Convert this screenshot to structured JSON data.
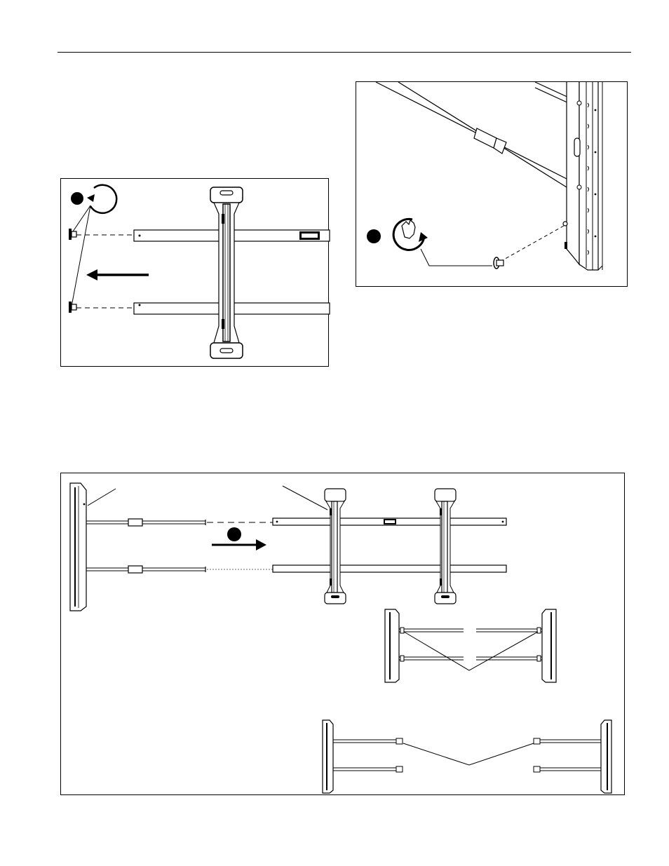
{
  "page": {
    "figures": [
      {
        "id": "fig-a",
        "steps": [
          "step-1-marker"
        ],
        "rotation": "counterclockwise",
        "direction": "left"
      },
      {
        "id": "fig-b",
        "steps": [
          "step-2-marker"
        ],
        "rotation": "clockwise"
      },
      {
        "id": "fig-c",
        "steps": [
          "step-3-marker"
        ],
        "direction": "right"
      }
    ]
  },
  "colors": {
    "line": "#000000",
    "background": "#ffffff"
  },
  "icons": [
    "rotate-ccw-icon",
    "rotate-cw-hand-icon",
    "arrow-left-icon",
    "arrow-right-icon",
    "step-marker-icon"
  ]
}
